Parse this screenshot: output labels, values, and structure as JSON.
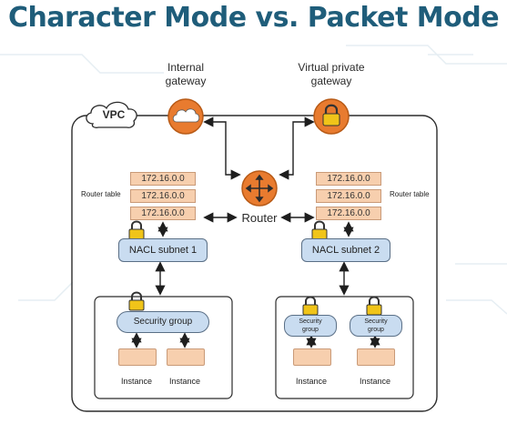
{
  "title": "Character Mode vs. Packet Mode",
  "diagram": {
    "internal_gateway_label": [
      "Internal",
      "gateway"
    ],
    "vpg_label": [
      "Virtual private",
      "gateway"
    ],
    "vpc_label": "VPC",
    "router_label": "Router",
    "router_table_label": "Router table",
    "left_routes": [
      "172.16.0.0",
      "172.16.0.0",
      "172.16.0.0"
    ],
    "right_routes": [
      "172.16.0.0",
      "172.16.0.0",
      "172.16.0.0"
    ],
    "nacl_left": "NACL subnet 1",
    "nacl_right": "NACL subnet 2",
    "security_group_label": "Security group",
    "sg_small_label": [
      "Security",
      "group"
    ],
    "instance_label": "Instance",
    "colors": {
      "title": "#1f5d7a",
      "orange_circle": "#e87b2f",
      "pill_fill": "#c9dcf0",
      "ip_fill": "#f7cfae",
      "lock": "#f0c419"
    }
  }
}
